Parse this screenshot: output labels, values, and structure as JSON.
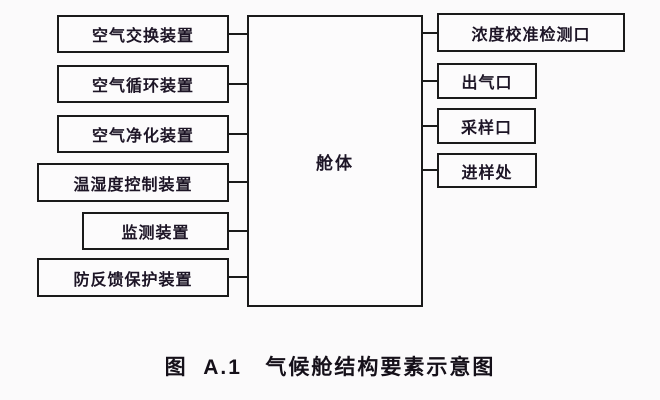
{
  "diagram": {
    "left_boxes": [
      {
        "label": "空气交换装置"
      },
      {
        "label": "空气循环装置"
      },
      {
        "label": "空气净化装置"
      },
      {
        "label": "温湿度控制装置"
      },
      {
        "label": "监测装置"
      },
      {
        "label": "防反馈保护装置"
      }
    ],
    "center_box": {
      "label": "舱体"
    },
    "right_boxes": [
      {
        "label": "浓度校准检测口"
      },
      {
        "label": "出气口"
      },
      {
        "label": "采样口"
      },
      {
        "label": "进样处"
      }
    ],
    "caption": "图  A.1   气候舱结构要素示意图",
    "colors": {
      "background": "#fbfafb",
      "border": "#1a1a1a",
      "text": "#1d1526"
    }
  }
}
